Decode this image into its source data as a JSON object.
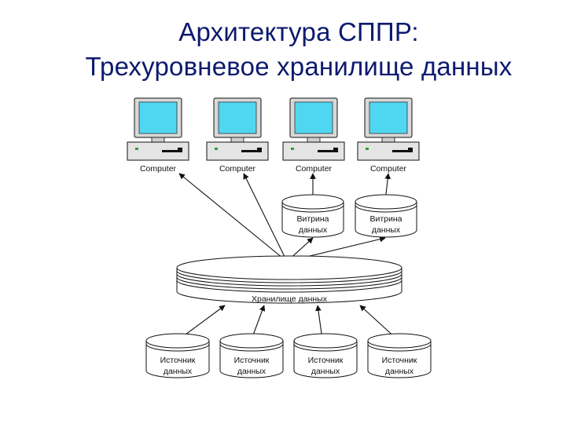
{
  "title": {
    "line1": "Архитектура СППР:",
    "line2": "Трехуровневое хранилище данных"
  },
  "colors": {
    "title": "#0c1a6e",
    "screen": "#4fd7f2",
    "monitor_frame": "#d6d6d6",
    "outline": "#111111"
  },
  "computers": [
    {
      "label": "Computer",
      "icon": "computer-icon"
    },
    {
      "label": "Computer",
      "icon": "computer-icon"
    },
    {
      "label": "Computer",
      "icon": "computer-icon"
    },
    {
      "label": "Computer",
      "icon": "computer-icon"
    }
  ],
  "data_marts": [
    {
      "line1": "Витрина",
      "line2": "данных",
      "icon": "database-icon"
    },
    {
      "line1": "Витрина",
      "line2": "данных",
      "icon": "database-icon"
    }
  ],
  "warehouse": {
    "label": "Хранилище данных",
    "icon": "database-icon"
  },
  "sources": [
    {
      "line1": "Источник",
      "line2": "данных",
      "icon": "database-icon"
    },
    {
      "line1": "Источник",
      "line2": "данных",
      "icon": "database-icon"
    },
    {
      "line1": "Источник",
      "line2": "данных",
      "icon": "database-icon"
    },
    {
      "line1": "Источник",
      "line2": "данных",
      "icon": "database-icon"
    }
  ]
}
